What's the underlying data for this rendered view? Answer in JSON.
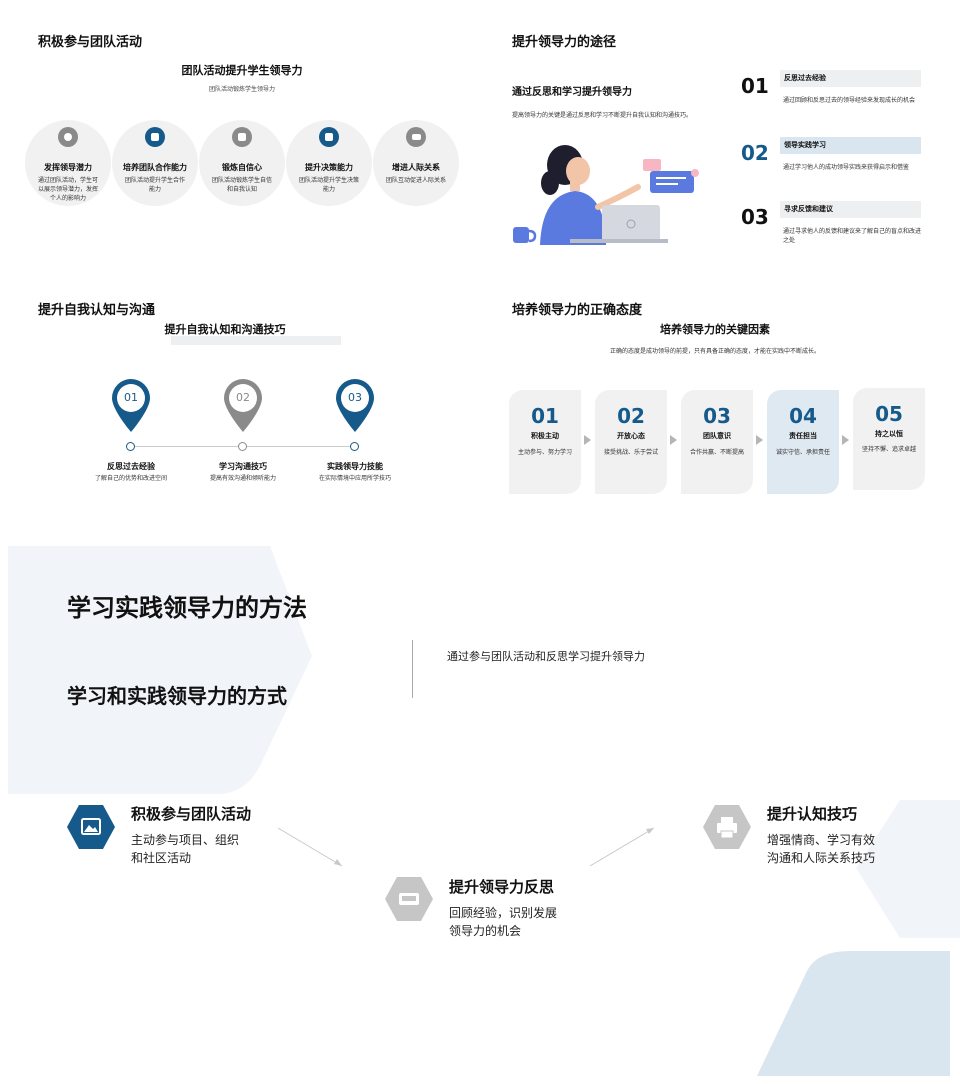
{
  "slide1": {
    "heading": "积极参与团队活动",
    "title": "团队活动提升学生领导力",
    "subtitle": "团队活动锻炼学生领导力",
    "items": [
      {
        "icon": "record-icon",
        "title": "发挥领导潜力",
        "desc": "通过团队活动，学生可以展示领导潜力，发挥个人的影响力"
      },
      {
        "icon": "image-icon",
        "title": "培养团队合作能力",
        "desc": "团队活动提升学生合作能力"
      },
      {
        "icon": "briefcase-icon",
        "title": "锻炼自信心",
        "desc": "团队活动锻炼学生自信和自我认知"
      },
      {
        "icon": "printer-icon",
        "title": "提升决策能力",
        "desc": "团队活动提升学生决策能力"
      },
      {
        "icon": "chat-icon",
        "title": "增进人际关系",
        "desc": "团队互动促进人际关系"
      }
    ]
  },
  "slide2": {
    "heading": "提升领导力的途径",
    "subtitle": "通过反思和学习提升领导力",
    "desc": "提高领导力的关键是通过反思和学习不断提升自我认知和沟通技巧。",
    "items": [
      {
        "num": "01",
        "title": "反思过去经验",
        "desc": "通过回顾和反思过去的领导经验来发现成长的机会"
      },
      {
        "num": "02",
        "title": "领导实践学习",
        "desc": "通过学习他人的成功领导实践来获得启示和借鉴"
      },
      {
        "num": "03",
        "title": "寻求反馈和建议",
        "desc": "通过寻求他人的反馈和建议来了解自己的盲点和改进之处"
      }
    ]
  },
  "slide3": {
    "heading": "提升自我认知与沟通",
    "title": "提升自我认知和沟通技巧",
    "pins": [
      {
        "num": "01",
        "title": "反思过去经验",
        "desc": "了解自己的优势和改进空间"
      },
      {
        "num": "02",
        "title": "学习沟通技巧",
        "desc": "提高有效沟通和倾听能力"
      },
      {
        "num": "03",
        "title": "实践领导力技能",
        "desc": "在实际情境中应用所学技巧"
      }
    ]
  },
  "slide4": {
    "heading": "培养领导力的正确态度",
    "title": "培养领导力的关键因素",
    "subtitle": "正确的态度是成功领导的前提，只有具备正确的态度，才能在实践中不断成长。",
    "cards": [
      {
        "num": "01",
        "title": "积极主动",
        "desc": "主动参与、努力学习"
      },
      {
        "num": "02",
        "title": "开放心态",
        "desc": "接受挑战、乐于尝试"
      },
      {
        "num": "03",
        "title": "团队意识",
        "desc": "合作共赢、不断提高"
      },
      {
        "num": "04",
        "title": "责任担当",
        "desc": "诚实守信、承担责任"
      },
      {
        "num": "05",
        "title": "持之以恒",
        "desc": "坚持不懈、追求卓越"
      }
    ]
  },
  "slide5": {
    "title": "学习实践领导力的方法",
    "subtitle": "学习和实践领导力的方式",
    "desc": "通过参与团队活动和反思学习提升领导力",
    "items": [
      {
        "icon": "image-icon",
        "title": "积极参与团队活动",
        "desc1": "主动参与项目、组织",
        "desc2": "和社区活动"
      },
      {
        "icon": "sofa-icon",
        "title": "提升领导力反思",
        "desc1": "回顾经验，识别发展",
        "desc2": "领导力的机会"
      },
      {
        "icon": "printer-icon",
        "title": "提升认知技巧",
        "desc1": "增强情商、学习有效",
        "desc2": "沟通和人际关系技巧"
      }
    ]
  },
  "colors": {
    "accent": "#155a8a",
    "gray": "#8a8a8a",
    "light": "#f1f1f2",
    "lightblue": "#dfe9f2"
  }
}
